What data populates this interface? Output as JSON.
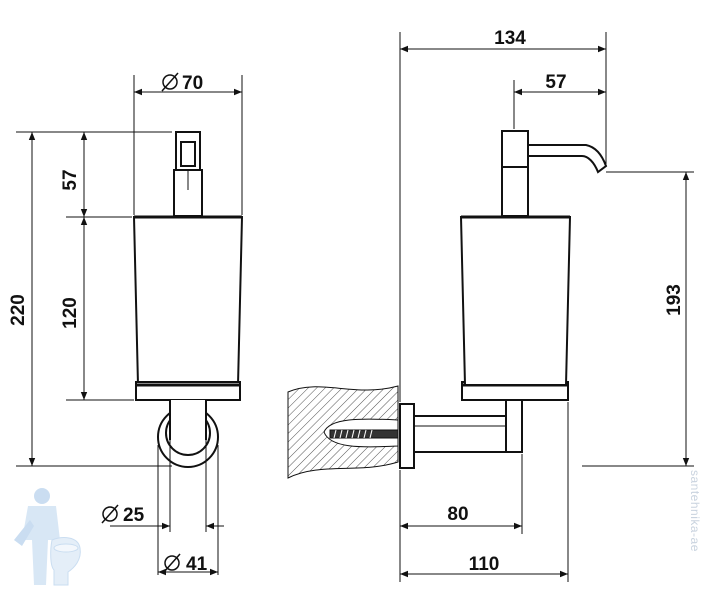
{
  "dimensions": {
    "front_top_diameter": "70",
    "front_pump_height": "57",
    "front_total_height": "220",
    "front_body_height": "120",
    "front_base_diameter_inner": "25",
    "front_base_diameter_outer": "41",
    "side_total_width": "134",
    "side_spout_length": "57",
    "side_height": "193",
    "side_depth_80": "80",
    "side_depth_110": "110"
  },
  "symbols": {
    "diameter": "∅"
  },
  "watermark": {
    "text": "santehnika-ae"
  },
  "colors": {
    "line": "#111111",
    "hatch": "#555555",
    "watermark": "#c9d3df"
  }
}
